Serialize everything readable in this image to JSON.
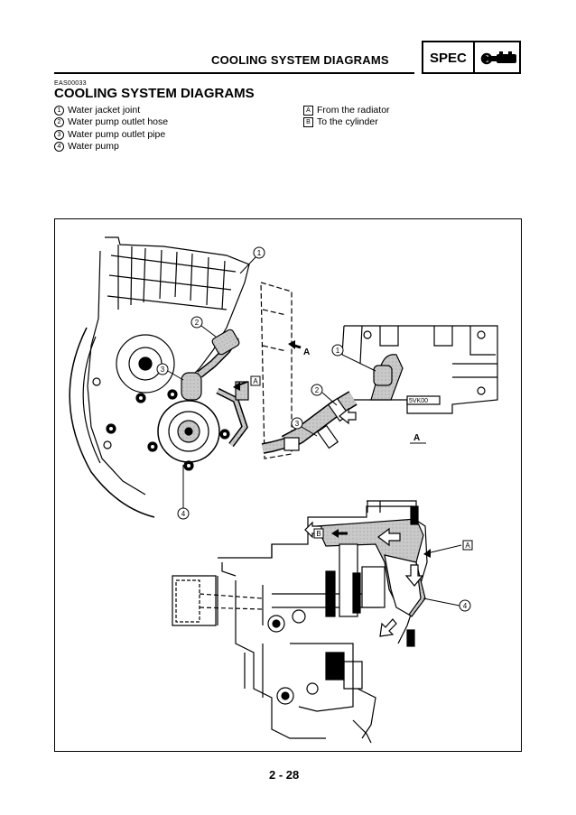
{
  "header": {
    "title": "COOLING SYSTEM DIAGRAMS",
    "spec_label": "SPEC"
  },
  "section": {
    "code": "EAS00033",
    "title": "COOLING SYSTEM DIAGRAMS"
  },
  "legend_numbers": [
    {
      "marker": "1",
      "label": "Water jacket joint"
    },
    {
      "marker": "2",
      "label": "Water pump outlet hose"
    },
    {
      "marker": "3",
      "label": "Water pump outlet pipe"
    },
    {
      "marker": "4",
      "label": "Water pump"
    }
  ],
  "legend_letters": [
    {
      "marker": "A",
      "label": "From the radiator"
    },
    {
      "marker": "B",
      "label": "To the cylinder"
    }
  ],
  "callouts": {
    "c1": "1",
    "c2": "2",
    "c3": "3",
    "c4": "4",
    "a_box": "A",
    "b_box": "B",
    "a_bold": "A",
    "part_code": "5VK00"
  },
  "page_number": "2 - 28"
}
